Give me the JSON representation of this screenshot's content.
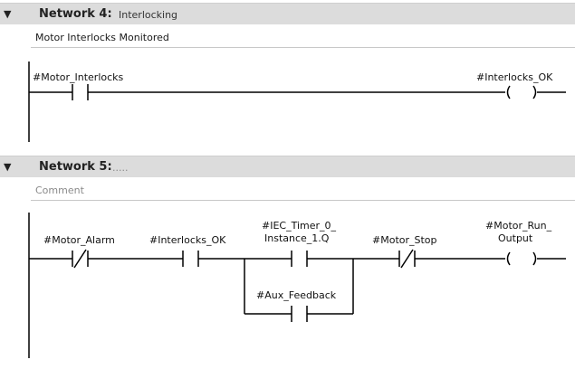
{
  "network4": {
    "label": "Network 4:",
    "title": "Interlocking",
    "comment": "Motor Interlocks Monitored",
    "contact_label": "#Motor_Interlocks",
    "coil_label": "#Interlocks_OK"
  },
  "network5": {
    "label": "Network 5:",
    "title": ".....",
    "comment_placeholder": "Comment",
    "labels": {
      "motor_alarm": "#Motor_Alarm",
      "interlocks_ok": "#Interlocks_OK",
      "timer_line1": "#IEC_Timer_0_",
      "timer_line2": "Instance_1.Q",
      "aux_feedback": "#Aux_Feedback",
      "motor_stop": "#Motor_Stop",
      "coil_line1": "#Motor_Run_",
      "coil_line2": "Output"
    }
  },
  "colors": {
    "header_bg": "#dcdcdc",
    "rung": "#000000",
    "placeholder": "#8a8a8a"
  }
}
